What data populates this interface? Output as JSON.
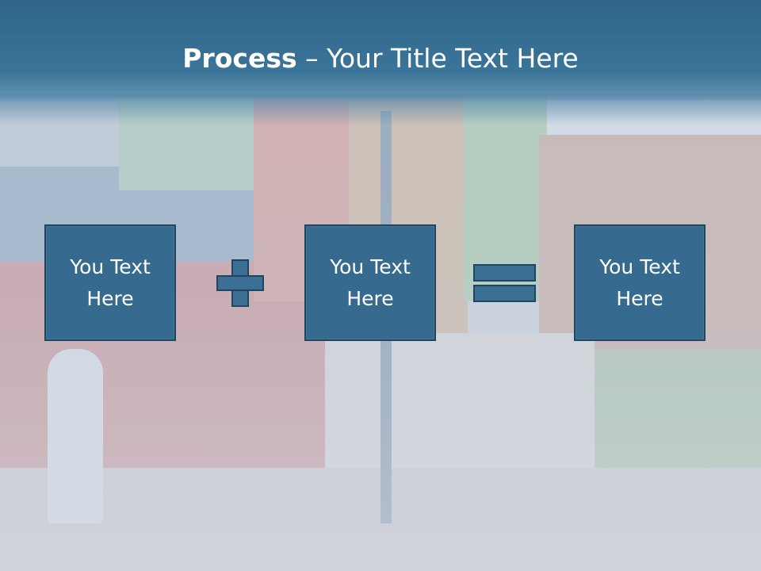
{
  "slide": {
    "title_bold": "Process",
    "title_rest": " – Your Title Text Here"
  },
  "boxes": [
    {
      "text": "You Text\nHere"
    },
    {
      "text": "You Text\nHere"
    },
    {
      "text": "You Text\nHere"
    }
  ],
  "operators": {
    "first": "plus-icon",
    "second": "equals-icon"
  },
  "colors": {
    "header": "#346d90",
    "box_fill": "#376a8f",
    "box_border": "#1f4560",
    "text": "#ffffff"
  }
}
